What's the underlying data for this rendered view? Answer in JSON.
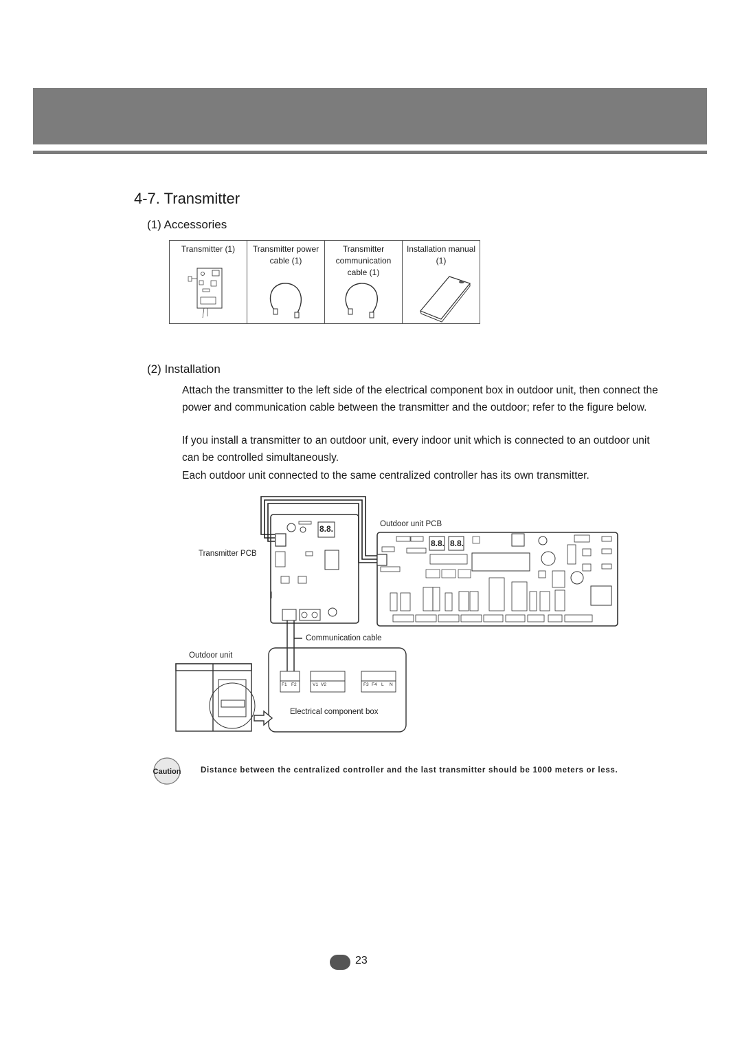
{
  "header": {
    "band_color": "#7c7c7c"
  },
  "section": {
    "title": "4-7. Transmitter"
  },
  "accessories": {
    "heading": "(1) Accessories",
    "items": [
      {
        "label": "Transmitter (1)",
        "icon": "transmitter-board-icon"
      },
      {
        "label": "Transmitter power cable (1)",
        "icon": "power-cable-icon"
      },
      {
        "label": "Transmitter communication cable (1)",
        "icon": "communication-cable-icon"
      },
      {
        "label": "Installation manual (1)",
        "icon": "manual-book-icon"
      }
    ]
  },
  "installation": {
    "heading": "(2) Installation",
    "paragraphs": [
      "Attach the transmitter to the left side of the electrical component box in outdoor unit, then connect the power and communication cable between the transmitter and the outdoor; refer to the figure below.",
      "If you install a transmitter to an outdoor unit, every indoor unit which is connected to an outdoor unit can be controlled simultaneously.",
      "Each outdoor unit connected to the same centralized controller has its own transmitter."
    ]
  },
  "diagram": {
    "labels": {
      "outdoor_pcb": "Outdoor unit PCB",
      "transmitter_pcb": "Transmitter PCB",
      "communication_cable": "Communication cable",
      "outdoor_unit": "Outdoor unit",
      "electrical_box": "Electrical component box"
    },
    "display_digits": "8.8.",
    "terminal_labels": [
      "F1",
      "F2",
      "V1",
      "V2",
      "F3",
      "F4",
      "L",
      "N"
    ]
  },
  "caution": {
    "badge": "Caution",
    "text": "Distance between the centralized controller and the last transmitter should be 1000 meters or less."
  },
  "footer": {
    "page_number": "23"
  }
}
